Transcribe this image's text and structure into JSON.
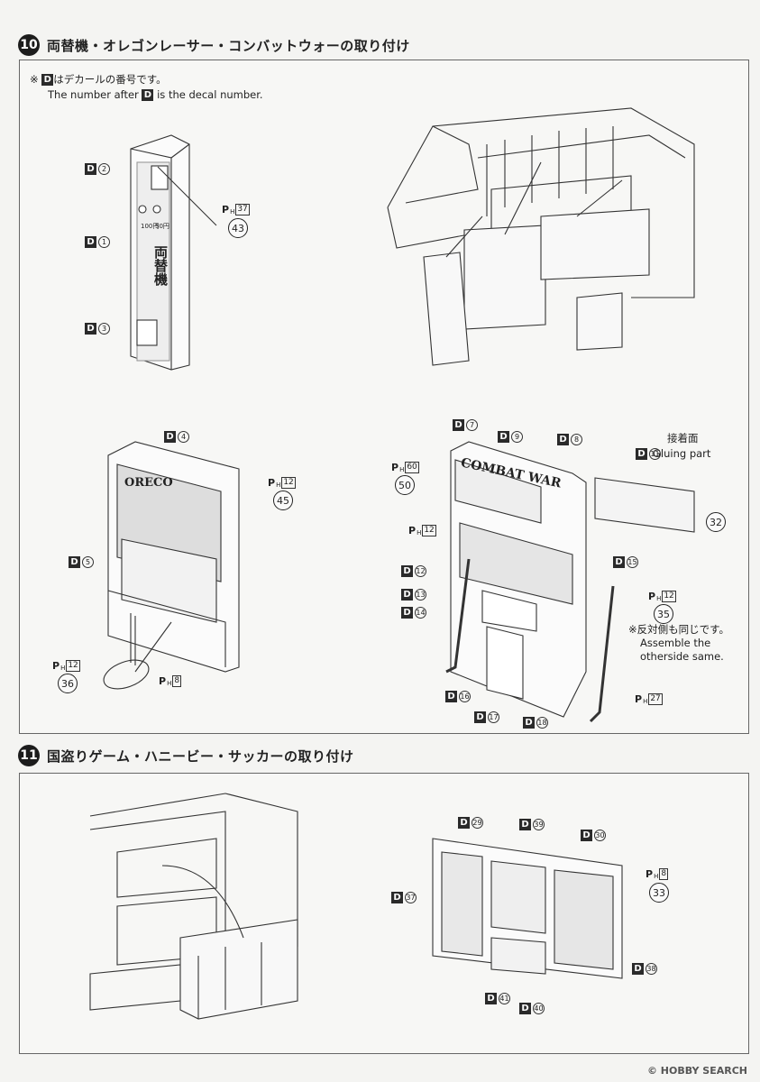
{
  "step10": {
    "number": "10",
    "title": "両替機・オレゴンレーサー・コンバットウォーの取り付け"
  },
  "step11": {
    "number": "11",
    "title": "国盗りゲーム・ハニービー・サッカーの取り付け"
  },
  "note": {
    "prefix": "※",
    "decal_letter": "D",
    "jp": "はデカールの番号です。",
    "en_before": "The number after",
    "en_after": "is the decal number."
  },
  "changer": {
    "name": "両替機",
    "price1": "100円",
    "price2": "50円"
  },
  "racer": {
    "name": "ORECO"
  },
  "combat": {
    "name": "COMBAT WAR"
  },
  "labels": {
    "D": "D",
    "P": "P",
    "H": "H",
    "d1": "1",
    "d2": "2",
    "d3": "3",
    "d4": "4",
    "d5": "5",
    "d7": "7",
    "d8": "8",
    "d9": "9",
    "d11": "11",
    "d12": "12",
    "d13": "13",
    "d14": "14",
    "d15": "15",
    "d16": "16",
    "d17": "17",
    "d18": "18",
    "d29": "29",
    "d30": "30",
    "d37": "37",
    "d38": "38",
    "d39": "39",
    "d40": "40",
    "d41": "41",
    "ph37": "37",
    "ph12": "12",
    "ph8": "8",
    "ph60": "60",
    "ph27": "27",
    "p43": "43",
    "p45": "45",
    "p36": "36",
    "p50": "50",
    "p32": "32",
    "p35": "35",
    "p33": "33"
  },
  "gluing": {
    "jp": "接着面",
    "en": "Gluing part"
  },
  "otherside": {
    "jp": "※反対側も同じです。",
    "en1": "Assemble the",
    "en2": "otherside same."
  },
  "watermark": "© HOBBY SEARCH"
}
